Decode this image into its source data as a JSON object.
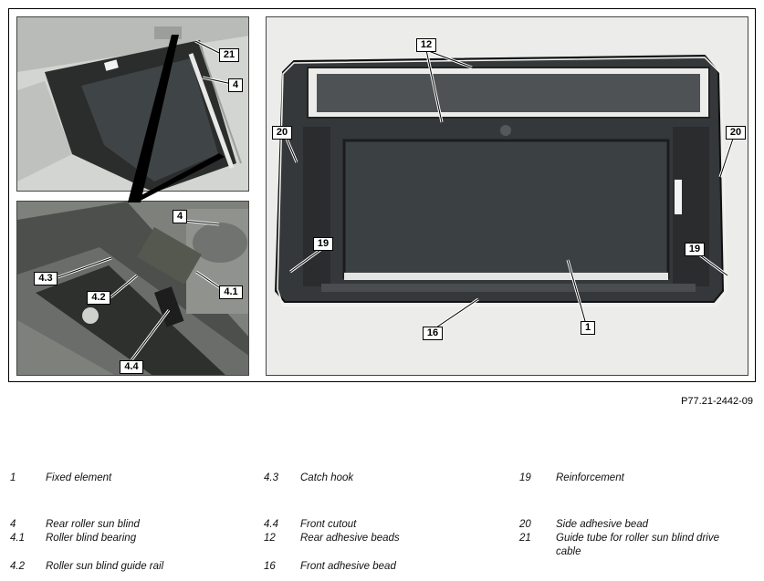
{
  "figure_ref": "P77.21-2442-09",
  "callouts": {
    "c21": "21",
    "c4_top": "4",
    "c4_mid": "4",
    "c4_3": "4.3",
    "c4_2": "4.2",
    "c4_1": "4.1",
    "c4_4": "4.4",
    "c12": "12",
    "c20_left": "20",
    "c20_right": "20",
    "c19_left": "19",
    "c19_right": "19",
    "c16": "16",
    "c1": "1"
  },
  "legend": {
    "col1": [
      {
        "num": "1",
        "text": "Fixed element"
      },
      {
        "num": "4",
        "text": "Rear roller sun blind"
      },
      {
        "num": "4.1",
        "text": "Roller blind bearing"
      },
      {
        "num": "4.2",
        "text": "Roller sun blind guide rail"
      }
    ],
    "col2": [
      {
        "num": "4.3",
        "text": "Catch hook"
      },
      {
        "num": "4.4",
        "text": "Front cutout"
      },
      {
        "num": "12",
        "text": "Rear adhesive beads"
      },
      {
        "num": "16",
        "text": "Front adhesive bead"
      }
    ],
    "col3": [
      {
        "num": "19",
        "text": "Reinforcement"
      },
      {
        "num": "20",
        "text": "Side adhesive bead"
      },
      {
        "num": "21",
        "text": "Guide tube for roller sun blind drive"
      },
      {
        "num": "",
        "text": "cable"
      }
    ]
  }
}
